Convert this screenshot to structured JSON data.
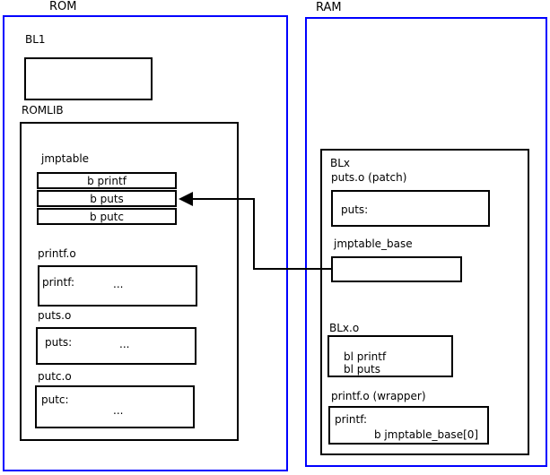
{
  "diagram": {
    "rom": {
      "label": "ROM",
      "bl1_label": "BL1",
      "romlib_label": "ROMLIB",
      "jmptable": {
        "label": "jmptable",
        "rows": [
          "b printf",
          "b puts",
          "b putc"
        ]
      },
      "objects": [
        {
          "label": "printf.o",
          "symbol": "printf:",
          "body": "..."
        },
        {
          "label": "puts.o",
          "symbol": "puts:",
          "body": "..."
        },
        {
          "label": "putc.o",
          "symbol": "putc:",
          "body": "..."
        }
      ]
    },
    "ram": {
      "label": "RAM",
      "blx_label": "BLx",
      "puts_patch": {
        "label": "puts.o (patch)",
        "symbol": "puts:"
      },
      "jmptable_base_label": "jmptable_base",
      "blx_o": {
        "label": "BLx.o",
        "lines": [
          "bl printf",
          "bl puts"
        ]
      },
      "printf_wrapper": {
        "label": "printf.o (wrapper)",
        "symbol": "printf:",
        "body": "b jmptable_base[0]"
      }
    },
    "arrow": {
      "meaning": "jmptable_base points to jmptable b puts entry"
    },
    "colors": {
      "region_border": "#0000ff",
      "box_border": "#000000",
      "background": "#ffffff"
    }
  }
}
